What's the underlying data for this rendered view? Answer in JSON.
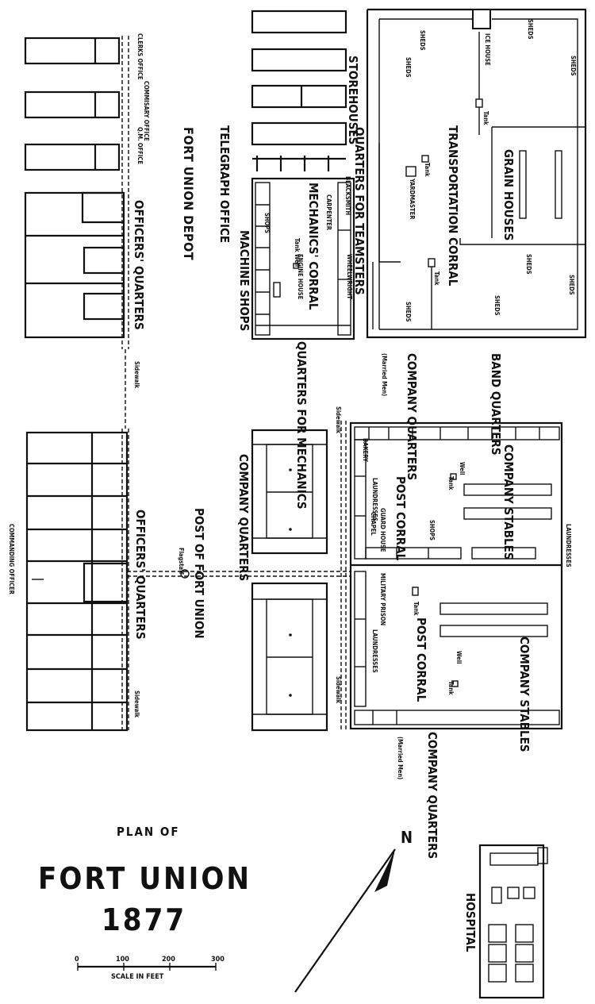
{
  "title": {
    "plan_of": "PLAN OF",
    "name": "FORT UNION",
    "year": "1877"
  },
  "north_label": "N",
  "scale": {
    "label": "SCALE IN FEET",
    "ticks": [
      "0",
      "100",
      "200",
      "300"
    ]
  },
  "labels": {
    "fort_union_depot": "FORT UNION DEPOT",
    "clerks_office": "CLERKS OFFICE",
    "commissary_office": "COMMISARY OFFICE",
    "qm_office": "Q.M. OFFICE",
    "officers_quarters_depot": "OFFICERS' QUARTERS",
    "sidewalk_1": "Sidewalk",
    "storehouses": "STOREHOUSES",
    "telegraph_office": "TELEGRAPH OFFICE",
    "quarters_for_teamsters": "QUARTERS FOR TEAMSTERS",
    "mechanics_corral": "MECHANICS' CORRAL",
    "blacksmith": "BLACKSMITH",
    "carpenter": "CARPENTER",
    "wheelwright": "WHEELWRIGHT",
    "shops_mech": "SHOPS",
    "engine_house": "ENGINE HOUSE",
    "machine_shops": "MACHINE SHOPS",
    "tank_well": "Tank Well",
    "quarters_for_mechanics": "QUARTERS FOR MECHANICS",
    "ice_house": "ICE HOUSE",
    "sheds": "SHEDS",
    "tank": "Tank",
    "transportation_corral": "TRANSPORTATION CORRAL",
    "yardmaster": "YARDMASTER",
    "grain_houses": "GRAIN HOUSES",
    "company_quarters_married": "COMPANY QUARTERS",
    "married_men": "(Married Men)",
    "band_quarters": "BAND QUARTERS",
    "company_stables": "COMPANY STABLES",
    "well": "Well",
    "post_corral": "POST CORRAL",
    "bakery": "BAKERY",
    "laundresses": "LAUNDRESSES",
    "chapel": "CHAPEL",
    "guard_house": "GUARD HOUSE",
    "shops_post": "SHOPS",
    "military_prison": "MILITARY PRISON",
    "sidewalk_2": "Sidewalk",
    "sidewalk_3": "Sidewalk",
    "post_of_fort_union": "POST OF FORT UNION",
    "flagstaff": "Flagstaff",
    "company_quarters": "COMPANY QUARTERS",
    "officers_quarters_post": "OFFICERS' QUARTERS",
    "commanding_officer": "COMMANDING OFFICER",
    "sidewalk_4": "Sidewalk",
    "hospital": "HOSPITAL"
  }
}
